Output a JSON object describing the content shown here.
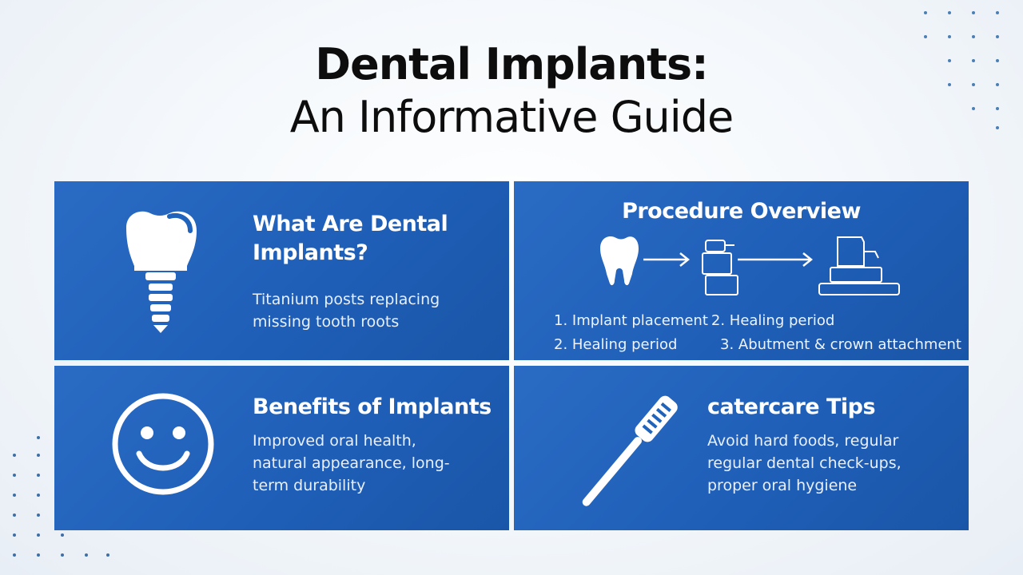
{
  "title": {
    "line1": "Dental Implants:",
    "line2": "An Informative Guide"
  },
  "panels": {
    "what": {
      "title_line1": "What Are Dental",
      "title_line2": "Implants?",
      "body_line1": "Titanium posts replacing",
      "body_line2": "missing tooth roots",
      "icon": "tooth-implant-icon"
    },
    "procedure": {
      "title": "Procedure Overview",
      "steps_row1": [
        "1. Implant placement",
        "2. Healing period"
      ],
      "steps_row2": [
        "2. Healing period",
        "3. Abutment & crown attachment"
      ],
      "icons": [
        "tooth-icon",
        "arrow-right-icon",
        "implant-post-icon",
        "arrow-right-icon",
        "crown-attachment-icon"
      ]
    },
    "benefits": {
      "title": "Benefits of Implants",
      "body_line1": "Improved oral health,",
      "body_line2": "natural appearance, long-",
      "body_line3": "term durability",
      "icon": "smiley-face-icon"
    },
    "aftercare": {
      "title": "catercare Tips",
      "body_line1": "Avoid hard foods, regular",
      "body_line2": "regular dental check-ups,",
      "body_line3": "proper oral hygiene",
      "icon": "toothbrush-icon"
    }
  },
  "colors": {
    "panel_blue": "#2063bc",
    "title_text": "#0d0d0d",
    "panel_text": "#ffffff",
    "dot_accent": "#4a7fb5"
  }
}
